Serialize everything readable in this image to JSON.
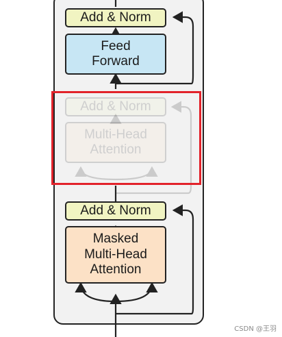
{
  "blocks": {
    "norm_top": "Add & Norm",
    "feed_forward": "Feed\nForward",
    "norm_mid": "Add & Norm",
    "multi_head": "Multi-Head\nAttention",
    "norm_bottom": "Add & Norm",
    "masked_attention": "Masked\nMulti-Head\nAttention"
  },
  "watermark": "CSDN @王羽",
  "colors": {
    "add_norm": "#f1f4c2",
    "feed_forward": "#c7e6f4",
    "attention": "#fce1c6",
    "highlight": "#e2222a"
  }
}
